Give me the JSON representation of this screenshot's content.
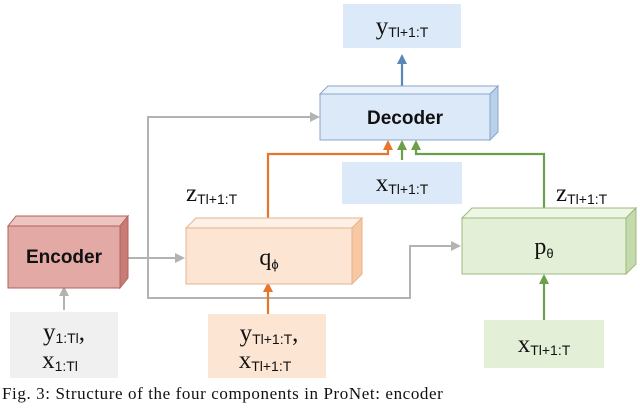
{
  "boxes": {
    "decoder": {
      "label": "Decoder",
      "fill": "#dce9f8",
      "stroke": "#8aa6c9"
    },
    "encoder": {
      "label": "Encoder",
      "fill": "#e3a9a5",
      "stroke": "#b0625c"
    },
    "q_phi": {
      "base": "q",
      "sub": "ϕ",
      "fill": "#fde5d3",
      "stroke": "#e3b58e"
    },
    "p_theta": {
      "base": "p",
      "sub": "θ",
      "fill": "#e3efd6",
      "stroke": "#9db97f"
    }
  },
  "labels": {
    "y_out": {
      "base": "y",
      "sub": "Tl+1:T",
      "fill": "#dce9f8"
    },
    "x_mid": {
      "base": "x",
      "sub": "Tl+1:T",
      "fill": "#dce9f8"
    },
    "z_left": {
      "base": "z",
      "sub": "Tl+1:T"
    },
    "z_right": {
      "base": "z",
      "sub": "Tl+1:T"
    },
    "enc_in_y": {
      "base": "y",
      "sub": "1:Tl",
      "tail": ","
    },
    "enc_in_x": {
      "base": "x",
      "sub": "1:Tl"
    },
    "enc_in_fill": "#f0f0f0",
    "q_in_y": {
      "base": "y",
      "sub": "Tl+1:T",
      "tail": ","
    },
    "q_in_x": {
      "base": "x",
      "sub": "Tl+1:T"
    },
    "q_in_fill": "#fde5d3",
    "p_in_x": {
      "base": "x",
      "sub": "Tl+1:T"
    },
    "p_in_fill": "#e3efd6"
  },
  "colors": {
    "gray_arrow": "#b3b3b3",
    "blue_arrow": "#5b86b8",
    "orange_arrow": "#e5762b",
    "green_arrow": "#6aa04a"
  },
  "caption": "Fig. 3: Structure of the four components in ProNet: encoder"
}
